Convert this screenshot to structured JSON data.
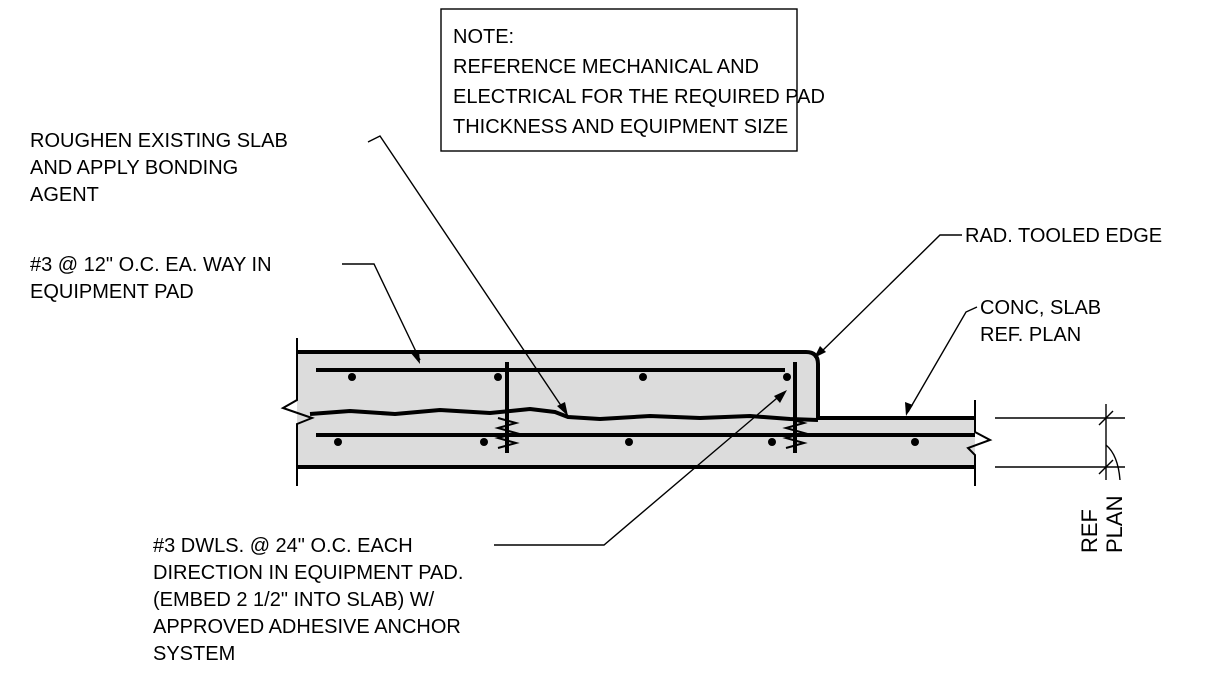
{
  "note": {
    "lines": [
      "NOTE:",
      "REFERENCE MECHANICAL AND",
      "ELECTRICAL FOR THE REQUIRED PAD",
      "THICKNESS AND EQUIPMENT SIZE"
    ]
  },
  "labels": {
    "roughen": [
      "ROUGHEN EXISTING SLAB",
      "AND APPLY BONDING",
      "AGENT"
    ],
    "rebar": [
      "#3 @ 12\" O.C. EA. WAY IN",
      "EQUIPMENT PAD"
    ],
    "tooled_edge": [
      "RAD. TOOLED EDGE"
    ],
    "conc_slab": [
      "CONC, SLAB",
      "REF. PLAN"
    ],
    "dowels": [
      "#3 DWLS. @ 24\" O.C. EACH",
      "DIRECTION IN EQUIPMENT PAD.",
      "(EMBED 2 1/2\" INTO SLAB) W/",
      "APPROVED ADHESIVE ANCHOR",
      "SYSTEM"
    ],
    "ref_plan": [
      "REF",
      "PLAN"
    ]
  },
  "colors": {
    "concrete_fill": "#dcdcdc",
    "line": "#000000"
  }
}
